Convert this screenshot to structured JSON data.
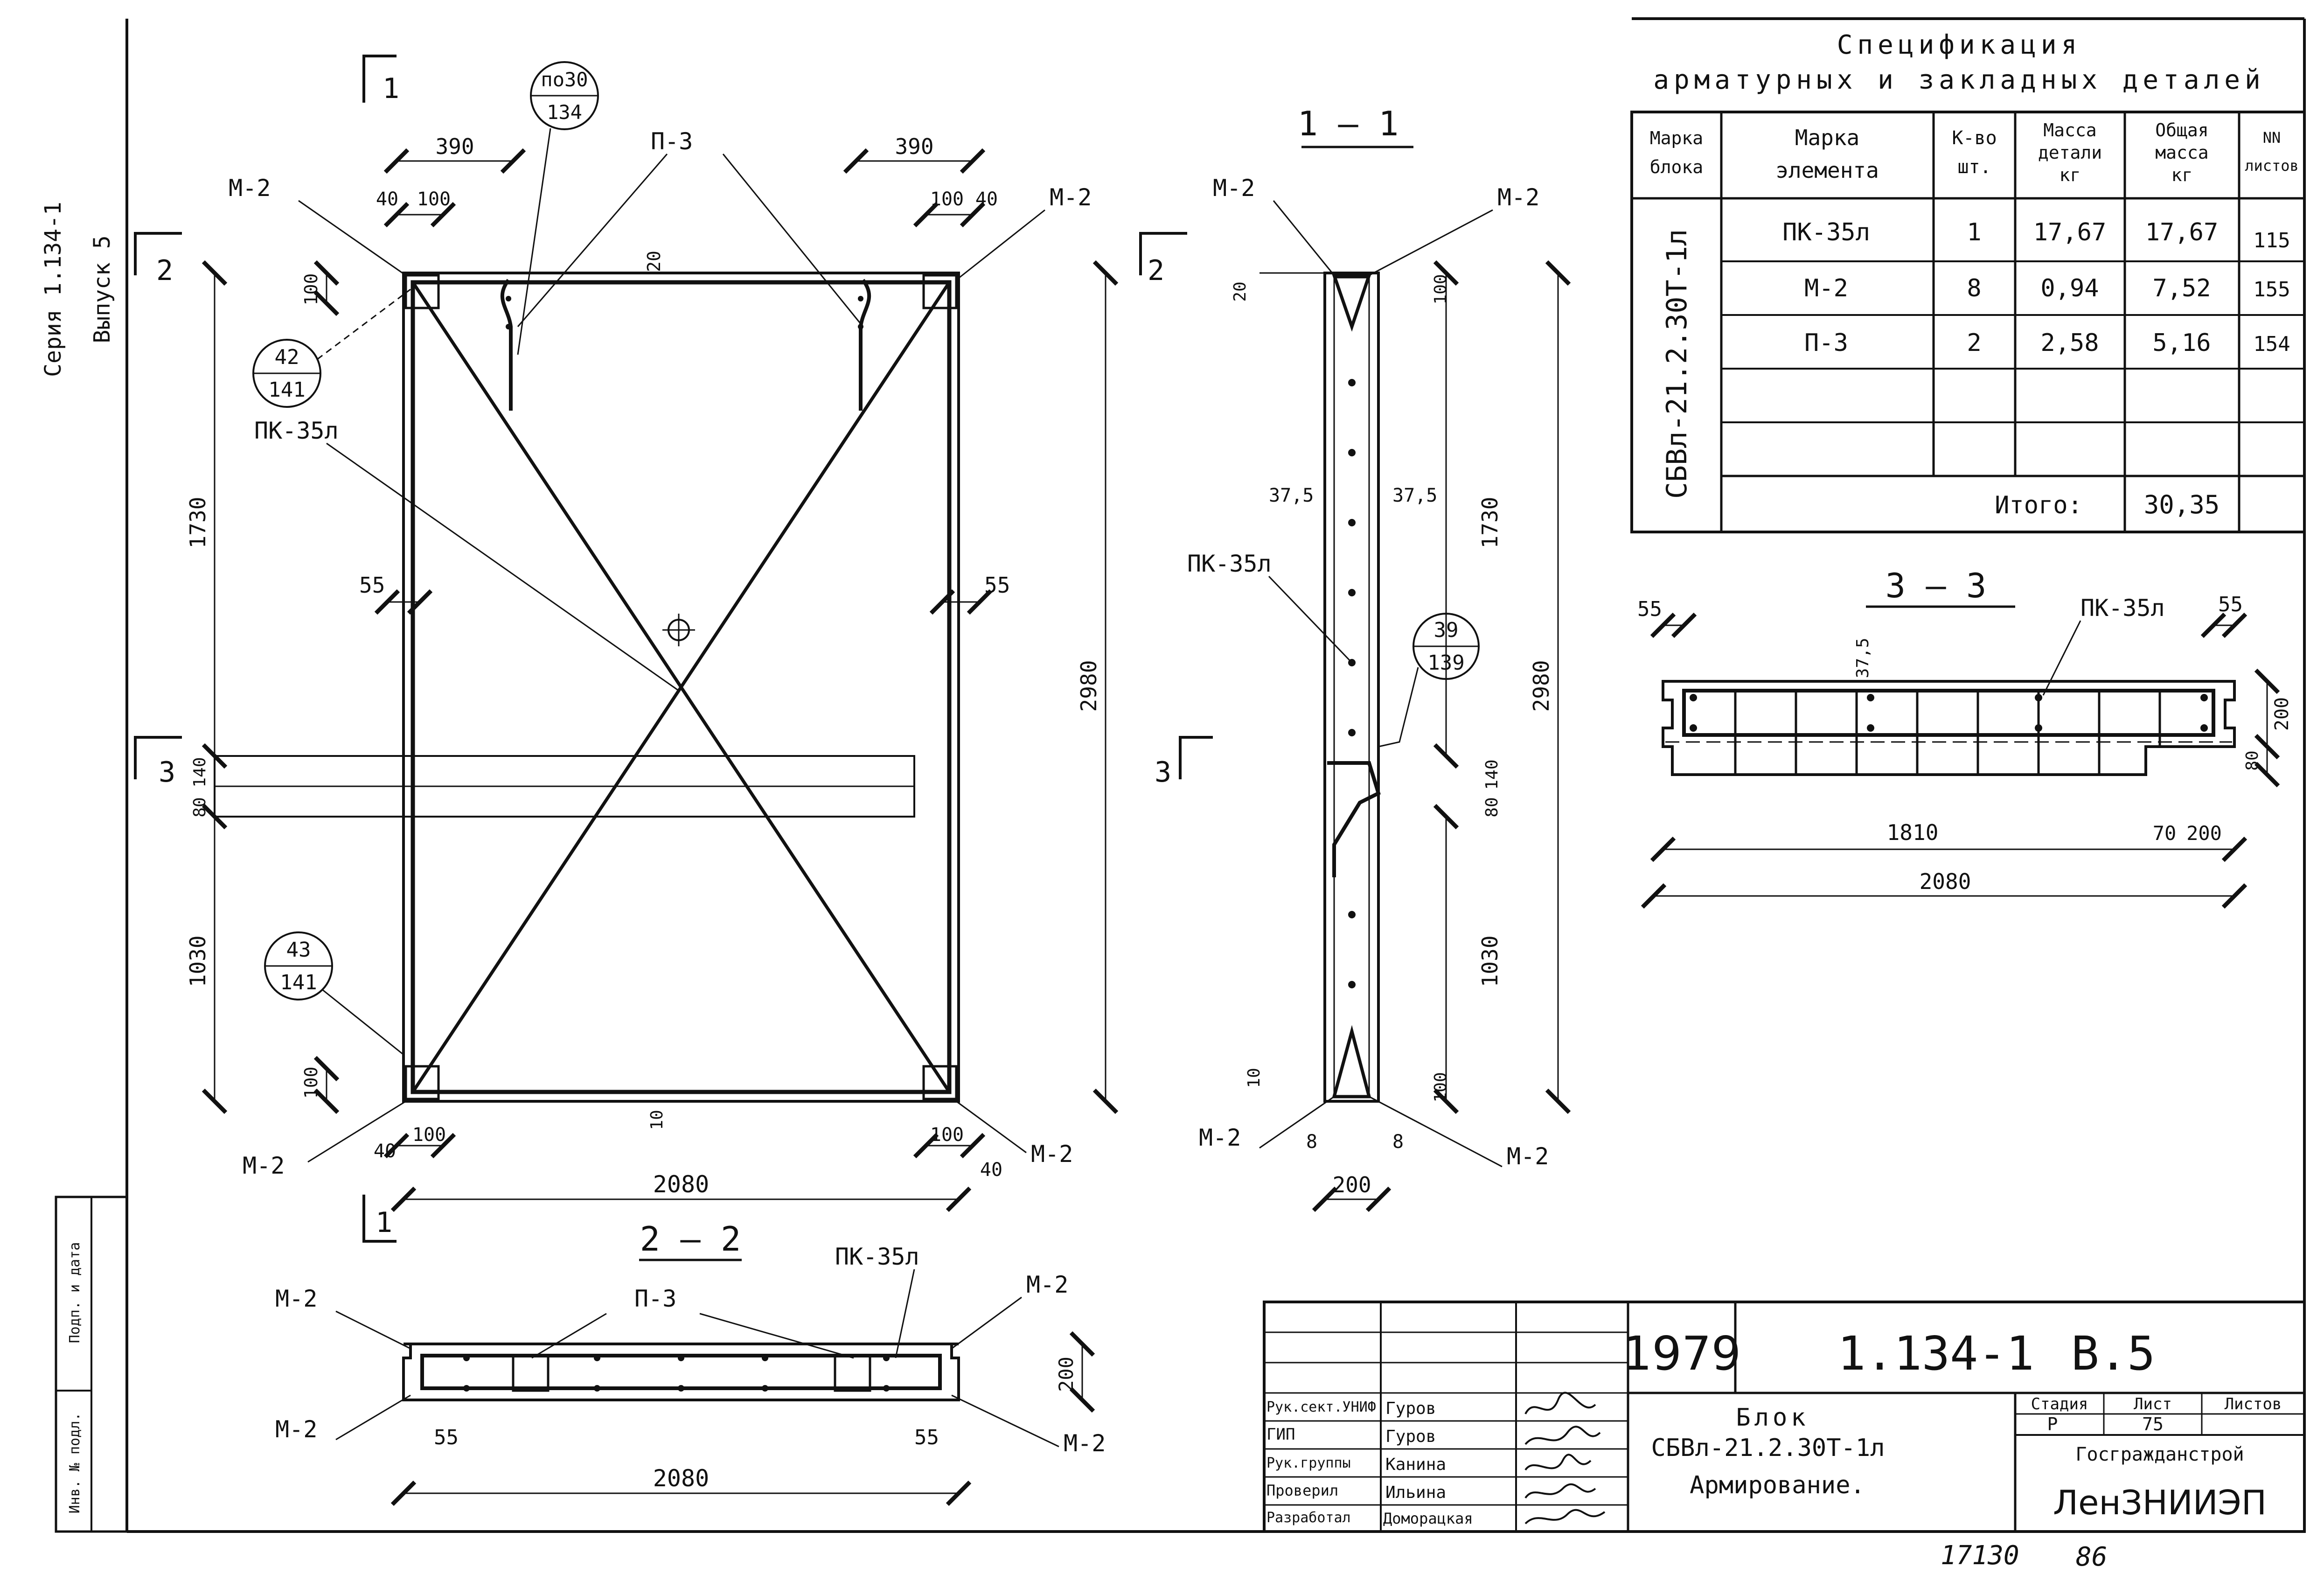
{
  "margin_text": {
    "series": "Серия 1.134-1",
    "issue": "Выпуск 5"
  },
  "inv_labels": {
    "inv_no": "Инв. № подл.",
    "sign": "Подп. и дата"
  },
  "views": {
    "front": {
      "cut_mark": "1",
      "section_2_mark": "2",
      "section_3_mark": "3",
      "labels": {
        "m2": "М-2",
        "p3": "П-3",
        "pk35": "ПК-35л"
      },
      "dims": {
        "w390": "390",
        "w40": "40",
        "w100": "100",
        "w20": "20",
        "w55": "55",
        "w10": "10",
        "w80": "80",
        "w140": "140",
        "h1730": "1730",
        "h1030": "1030",
        "h2980": "2980",
        "w2080": "2080"
      },
      "callouts": {
        "c1_top": "по30",
        "c1_bot": "134",
        "c2_top": "42",
        "c2_bot": "141",
        "c3_top": "43",
        "c3_bot": "141"
      }
    },
    "section_1_1": {
      "title": "1 — 1",
      "labels": {
        "m2": "М-2",
        "pk35": "ПК-35л"
      },
      "dims": {
        "d20": "20",
        "d100": "100",
        "d37_5": "37,5",
        "d1730": "1730",
        "d2980": "2980",
        "d80": "80",
        "d140": "140",
        "d1030": "1030",
        "d10": "10",
        "d8": "8",
        "d200": "200"
      },
      "callout_top": "39",
      "callout_bot": "139"
    },
    "section_2_2": {
      "title": "2 — 2",
      "labels": {
        "m2": "М-2",
        "p3": "П-3",
        "pk35": "ПК-35л"
      },
      "dims": {
        "d200": "200",
        "d55": "55",
        "d2080": "2080"
      }
    },
    "section_3_3": {
      "title": "3 — 3",
      "labels": {
        "pk35": "ПК-35л"
      },
      "dims": {
        "d55": "55",
        "d37_5": "37,5",
        "d200": "200",
        "d80": "80",
        "d1810": "1810",
        "d70": "70",
        "d2080": "2080"
      }
    }
  },
  "spec": {
    "title_line1": "Спецификация",
    "title_line2": "арматурных и закладных деталей",
    "headers": {
      "block_mark": "Марка блока",
      "element_mark": "Марка элемента",
      "qty": "К-во шт.",
      "mass_each": "Масса детали кг",
      "mass_total": "Общая масса кг",
      "sheet_no": "NN листов"
    },
    "block_name": "СБВл-21.2.30Т-1л",
    "rows": [
      {
        "element": "ПК-35л",
        "qty": "1",
        "mass": "17,67",
        "total": "17,67",
        "sheet": "115"
      },
      {
        "element": "М-2",
        "qty": "8",
        "mass": "0,94",
        "total": "7,52",
        "sheet": "155"
      },
      {
        "element": "П-3",
        "qty": "2",
        "mass": "2,58",
        "total": "5,16",
        "sheet": "154"
      },
      {
        "element": "",
        "qty": "",
        "mass": "",
        "total": "",
        "sheet": ""
      },
      {
        "element": "",
        "qty": "",
        "mass": "",
        "total": "",
        "sheet": ""
      }
    ],
    "total_label": "Итого:",
    "total_value": "30,35"
  },
  "title_block": {
    "year": "1979",
    "doc_code": "1.134-1",
    "issue": "В.5",
    "roles": [
      {
        "role": "Рук.сект.УНИФ",
        "name": "Гуров"
      },
      {
        "role": "ГИП",
        "name": "Гуров"
      },
      {
        "role": "Рук.группы",
        "name": "Канина"
      },
      {
        "role": "Проверил",
        "name": "Ильина"
      },
      {
        "role": "Разработал",
        "name": "Доморацкая"
      }
    ],
    "product_line1": "Блок",
    "product_line2": "СБВл-21.2.30Т-1л",
    "product_line3": "Армирование.",
    "stage_label": "Стадия",
    "sheet_label": "Лист",
    "sheets_label": "Листов",
    "stage_value": "Р",
    "sheet_value": "75",
    "org1": "Госгражданстрой",
    "org2": "ЛенЗНИИЭП"
  },
  "footer": {
    "left": "17130",
    "right": "86"
  }
}
